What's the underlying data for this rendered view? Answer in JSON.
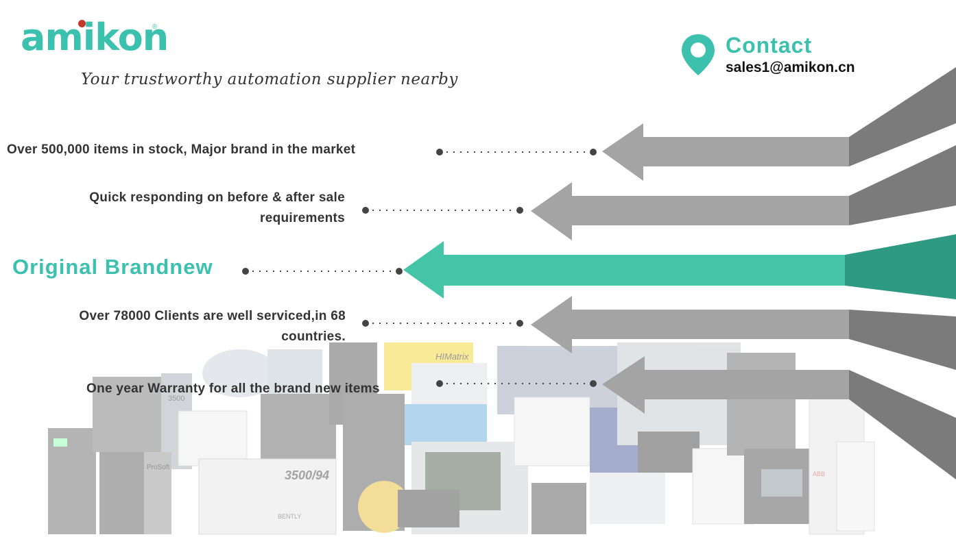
{
  "brand": {
    "name": "amikon",
    "registered_mark": "®",
    "tagline": "Your trustworthy automation supplier nearby",
    "accent_color": "#3cc1ae",
    "dot_color": "#c0392b"
  },
  "contact": {
    "icon": "location-pin-icon",
    "title": "Contact",
    "email": "sales1@amikon.cn"
  },
  "features": [
    {
      "text": "Over 500,000 items in stock, Major brand in the market"
    },
    {
      "line1": "Quick responding on before & after sale",
      "line2": "requirements"
    },
    {
      "text": "Original Brandnew",
      "highlighted": true
    },
    {
      "line1": "Over 78000 Clients are well serviced,in 68",
      "line2": "countries."
    },
    {
      "text": "One year Warranty for all the brand new items"
    }
  ],
  "colors": {
    "arrow_gray": "#a4a4a4",
    "arrow_tail_gray": "#7b7b7b",
    "arrow_teal": "#45c5a8",
    "arrow_tail_teal": "#2f9a83",
    "text": "#333333"
  },
  "product_labels": {
    "himatrix": "HIMatrix",
    "model_3500_94": "3500/94",
    "bently": "BENTLY",
    "prosoft": "ProSoft",
    "model_3500": "3500",
    "abb": "ABB"
  }
}
